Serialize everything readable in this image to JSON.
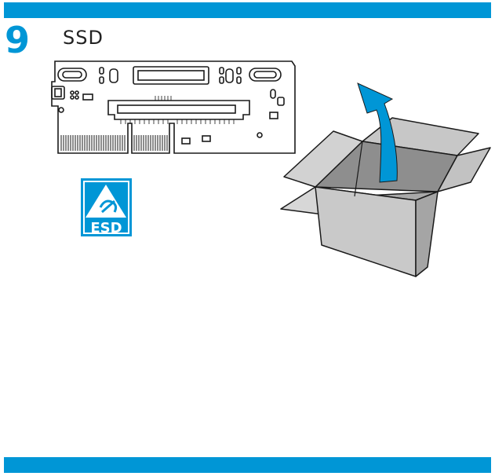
{
  "step": {
    "number": "9",
    "title": "SSD"
  },
  "esd_badge": {
    "label": "ESD"
  },
  "colors": {
    "brand": "#0096d6",
    "arrow": "#0096d6",
    "box_light": "#c7c7c7",
    "box_dark": "#9a9a9a",
    "outline": "#1a1a1a"
  },
  "icons": [
    "ssd-board-icon",
    "esd-warning-icon",
    "open-box-icon",
    "lift-arrow-icon"
  ]
}
